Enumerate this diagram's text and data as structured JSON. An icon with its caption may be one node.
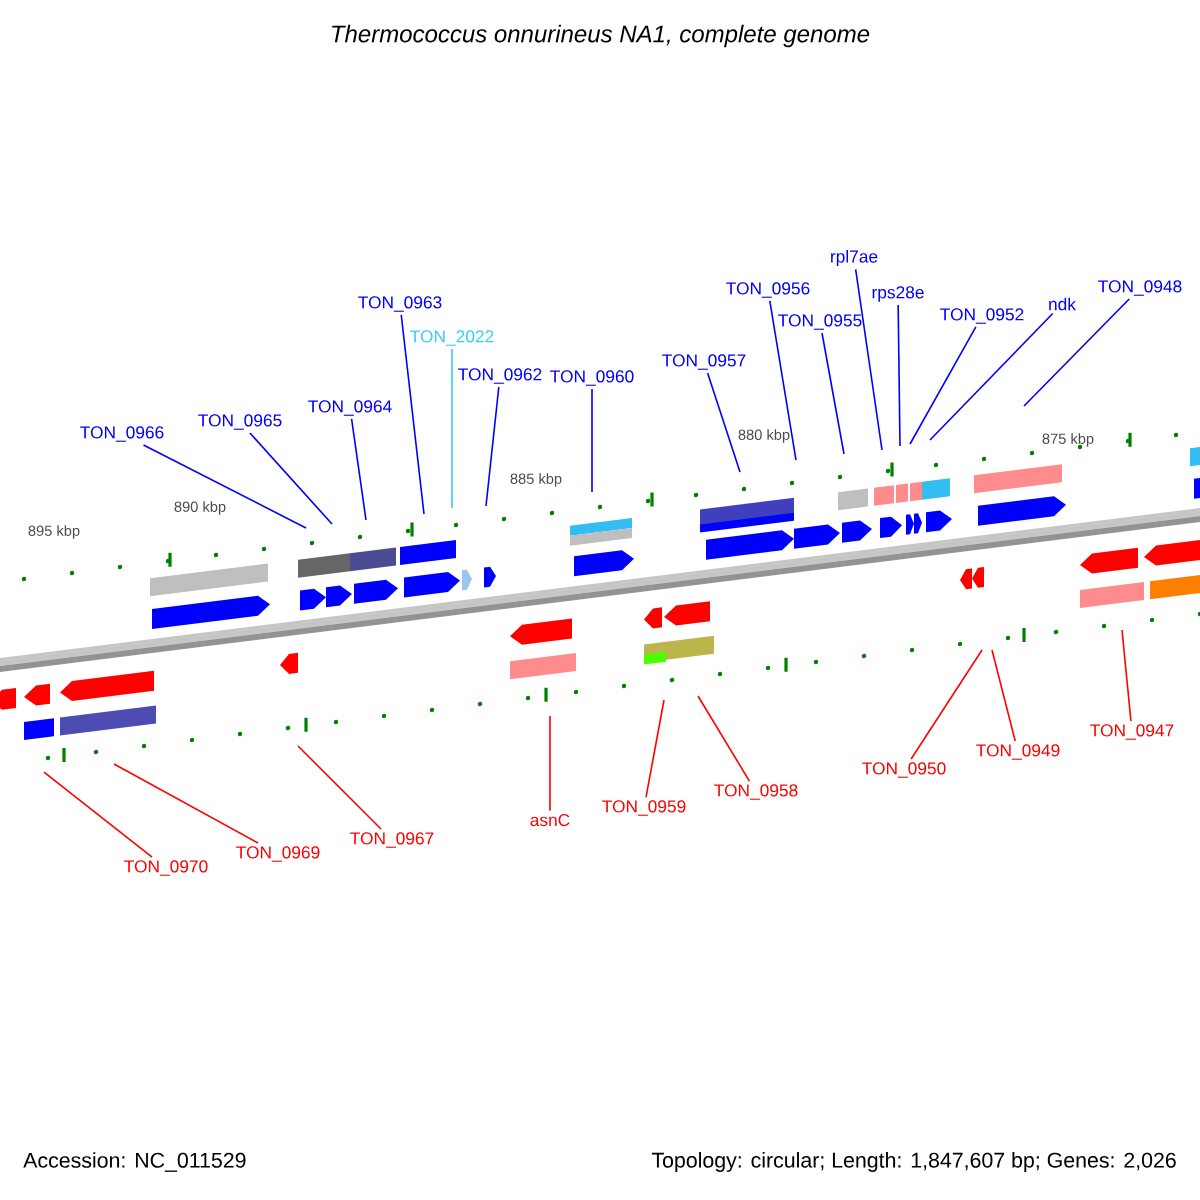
{
  "diagram": {
    "title": "Thermococcus onnurineus NA1, complete genome",
    "nodes": [
      {
        "text": [
          "TON_0963"
        ]
      },
      {
        "text": [
          "rpl7ae"
        ]
      },
      {
        "text": [
          "TON_0956"
        ]
      },
      {
        "text": [
          "TON_0948"
        ]
      },
      {
        "text": [
          "rps28e"
        ]
      },
      {
        "text": [
          "TON_0955"
        ]
      },
      {
        "text": [
          "TON_0952"
        ]
      },
      {
        "text": [
          "ndk"
        ]
      },
      {
        "text": [
          "TON_2022"
        ]
      },
      {
        "text": [
          "TON_0957"
        ]
      },
      {
        "text": [
          "TON_0962"
        ]
      },
      {
        "text": [
          "TON_0960"
        ]
      },
      {
        "text": [
          "TON_0964"
        ]
      },
      {
        "text": [
          "TON_0965"
        ]
      },
      {
        "text": [
          "TON_0966"
        ]
      },
      {
        "text": [
          "TON_0947"
        ]
      },
      {
        "text": [
          "TON_0949"
        ]
      },
      {
        "text": [
          "TON_0950"
        ]
      },
      {
        "text": [
          "asnC"
        ]
      },
      {
        "text": [
          "TON_0958"
        ]
      },
      {
        "text": [
          "TON_0959"
        ]
      },
      {
        "text": [
          "TON_0967"
        ]
      },
      {
        "text": [
          "TON_0969"
        ]
      },
      {
        "text": [
          "TON_0970"
        ]
      }
    ],
    "edges": [
      {
        "from": 0,
        "to": null,
        "arrow": "none"
      },
      {
        "from": 1,
        "to": null,
        "arrow": "none"
      },
      {
        "from": 2,
        "to": null,
        "arrow": "none"
      },
      {
        "from": 3,
        "to": null,
        "arrow": "none"
      },
      {
        "from": 4,
        "to": null,
        "arrow": "none"
      },
      {
        "from": 5,
        "to": null,
        "arrow": "none"
      },
      {
        "from": 6,
        "to": null,
        "arrow": "none"
      },
      {
        "from": 7,
        "to": null,
        "arrow": "none"
      },
      {
        "from": 8,
        "to": null,
        "arrow": "none",
        "color": "#33ccff"
      },
      {
        "from": 9,
        "to": null,
        "arrow": "none"
      },
      {
        "from": 10,
        "to": null,
        "arrow": "none"
      },
      {
        "from": 11,
        "to": null,
        "arrow": "none"
      },
      {
        "from": 12,
        "to": null,
        "arrow": "none"
      },
      {
        "from": 13,
        "to": null,
        "arrow": "none"
      },
      {
        "from": 14,
        "to": null,
        "arrow": "none"
      },
      {
        "from": 15,
        "to": null,
        "arrow": "none",
        "color": "#ff0000"
      },
      {
        "from": 16,
        "to": null,
        "arrow": "none",
        "color": "#ff0000"
      },
      {
        "from": 17,
        "to": null,
        "arrow": "none",
        "color": "#ff0000"
      },
      {
        "from": 18,
        "to": null,
        "arrow": "none",
        "color": "#ff0000"
      },
      {
        "from": 19,
        "to": null,
        "arrow": "none",
        "color": "#ff0000"
      },
      {
        "from": 20,
        "to": null,
        "arrow": "none",
        "color": "#ff0000"
      },
      {
        "from": 21,
        "to": null,
        "arrow": "none",
        "color": "#ff0000"
      },
      {
        "from": 22,
        "to": null,
        "arrow": "none",
        "color": "#ff0000"
      },
      {
        "from": 23,
        "to": null,
        "arrow": "none",
        "color": "#ff0000"
      }
    ],
    "labels": [
      "895 kbp",
      "890 kbp",
      "885 kbp",
      "880 kbp",
      "875 kbp",
      "Accession: NC_011529",
      "Topology: circular; Length: 1,847,607 bp; Genes: 2,026"
    ]
  }
}
